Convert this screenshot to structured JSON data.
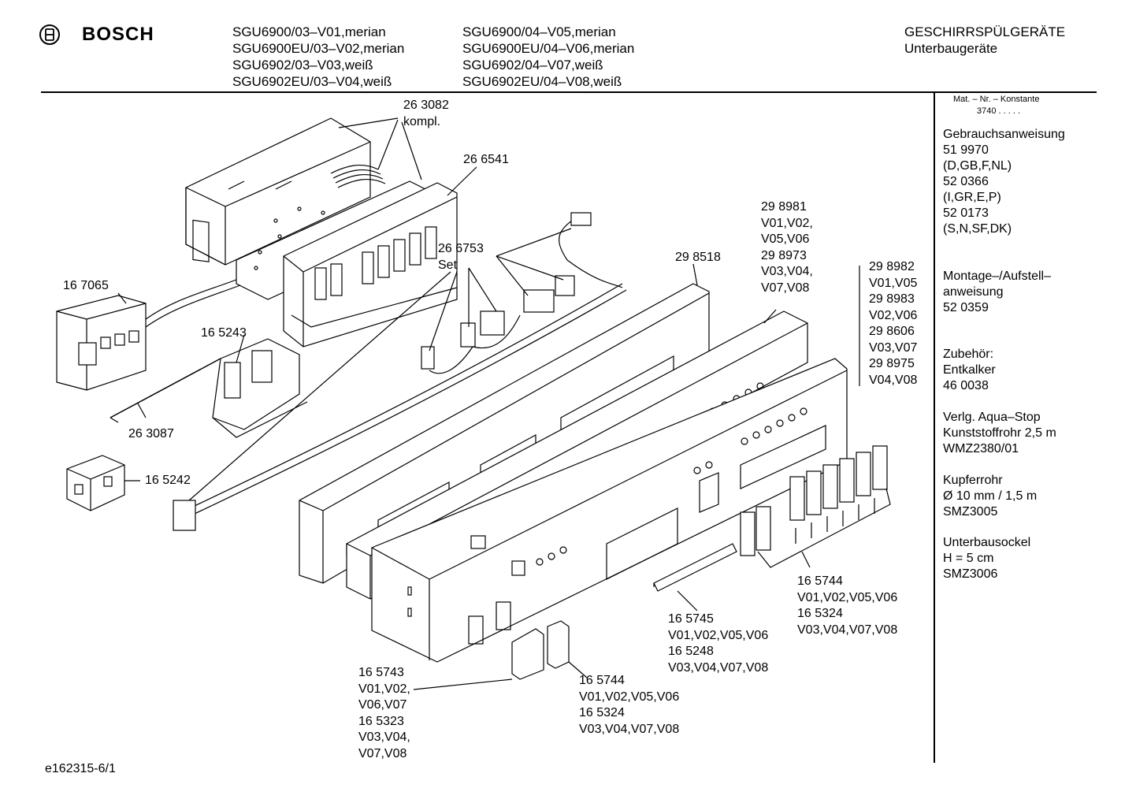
{
  "header": {
    "brand": "BOSCH",
    "models_col1": [
      "SGU6900/03–V01,merian",
      "SGU6900EU/03–V02,merian",
      "SGU6902/03–V03,weiß",
      "SGU6902EU/03–V04,weiß"
    ],
    "models_col2": [
      "SGU6900/04–V05,merian",
      "SGU6900EU/04–V06,merian",
      "SGU6902/04–V07,weiß",
      "SGU6902EU/04–V08,weiß"
    ],
    "category": "GESCHIRRSPÜLGERÄTE",
    "subcategory": "Unterbaugeräte"
  },
  "sidebar": {
    "mat_header": "Mat. – Nr. – Konstante",
    "mat_value": "3740  .  .  .  .  .",
    "blocks": [
      [
        "Gebrauchsanweisung",
        "51 9970",
        "(D,GB,F,NL)",
        "52 0366",
        "(I,GR,E,P)",
        "52 0173",
        "(S,N,SF,DK)"
      ],
      [
        "Montage–/Aufstell–",
        "anweisung",
        "52 0359"
      ],
      [
        "Zubehör:",
        "Entkalker",
        "46 0038"
      ],
      [
        "Verlg. Aqua–Stop",
        "Kunststoffrohr 2,5 m",
        "WMZ2380/01"
      ],
      [
        "Kupferrohr",
        "Ø 10 mm / 1,5 m",
        "SMZ3005"
      ],
      [
        "Unterbausockel",
        "H = 5 cm",
        "SMZ3006"
      ]
    ]
  },
  "labels": {
    "p263082": [
      "26 3082",
      "kompl."
    ],
    "p266541": [
      "26 6541"
    ],
    "p266753": [
      "26 6753",
      "Set"
    ],
    "p167065": [
      "16 7065"
    ],
    "p165243": [
      "16 5243"
    ],
    "p263087": [
      "26 3087"
    ],
    "p165242": [
      "16 5242"
    ],
    "p298518": [
      "29 8518"
    ],
    "p298981": [
      "29 8981",
      "V01,V02,",
      "V05,V06",
      "29 8973",
      "V03,V04,",
      "V07,V08"
    ],
    "p298982": [
      "29 8982",
      "V01,V05",
      "29 8983",
      "V02,V06",
      "29 8606",
      "V03,V07",
      "29 8975",
      "V04,V08"
    ],
    "p165744a": [
      "16 5744",
      "V01,V02,V05,V06",
      "16 5324",
      "V03,V04,V07,V08"
    ],
    "p165745": [
      "16 5745",
      "V01,V02,V05,V06",
      "16 5248",
      "V03,V04,V07,V08"
    ],
    "p165743": [
      "16 5743",
      "V01,V02,",
      "V06,V07",
      "16 5323",
      "V03,V04,",
      "V07,V08"
    ],
    "p165744b": [
      "16 5744",
      "V01,V02,V05,V06",
      "16 5324",
      "V03,V04,V07,V08"
    ]
  },
  "footer": {
    "doc_id": "e162315-6/1"
  }
}
